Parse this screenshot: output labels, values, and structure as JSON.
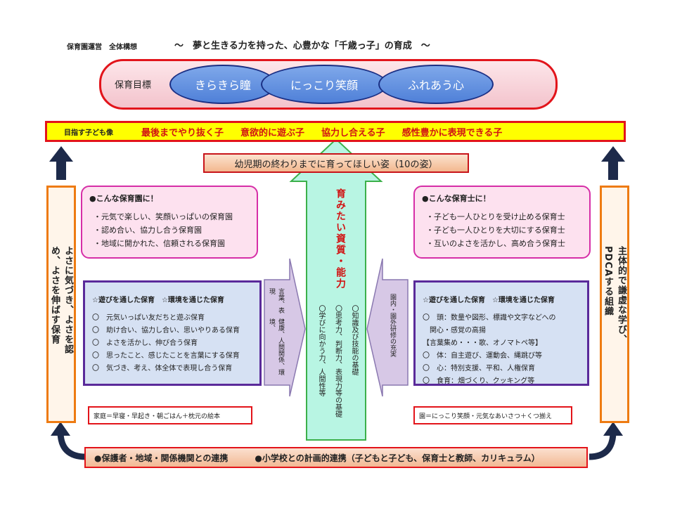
{
  "header": {
    "label": "保育園運営　全体構想",
    "title": "～　夢と生きる力を持った、心豊かな「千歳っ子」の育成　～"
  },
  "goals": {
    "label": "保育目標",
    "items": [
      "きらきら瞳",
      "にっこり笑顔",
      "ふれあう心"
    ]
  },
  "aims": {
    "label": "目指す子ども像",
    "items": [
      "最後までやり抜く子",
      "意欲的に遊ぶ子",
      "協力し合える子",
      "感性豊かに表現できる子"
    ]
  },
  "ten_shapes": "幼児期の終わりまでに育ってほしい姿（10の姿）",
  "center": {
    "title": "育みたい資質・能力",
    "items": [
      "〇知識及び技能の基礎",
      "〇思考力、判断力、表現力等の基礎",
      "〇学びに向かう力、人間性等"
    ]
  },
  "left_side": "よさに気づき、よさを認め、よさを伸ばす保育",
  "right_side": "主体的で謙虚な学び、PDCAする組織",
  "nursery": {
    "head": "●こんな保育園に！",
    "items": [
      "・元気で楽しい、笑顔いっぱいの保育園",
      "・認め合い、協力し合う保育園",
      "・地域に開かれた、信頼される保育園"
    ]
  },
  "teacher": {
    "head": "●こんな保育士に！",
    "items": [
      "・子ども一人ひとりを受け止める保育士",
      "・子ども一人ひとりを大切にする保育士",
      "・互いのよさを活かし、高め合う保育士"
    ]
  },
  "play_left": {
    "head": "☆遊びを通した保育　☆環境を通じた保育",
    "items": [
      "〇　元気いっぱい友だちと遊ぶ保育",
      "〇　助け合い、協力し合い、思いやりある保育",
      "〇　よさを活かし、伸び合う保育",
      "〇　思ったこと、感じたことを言葉にする保育",
      "〇　気づき、考え、体全体で表現し合う保育"
    ]
  },
  "play_right": {
    "head": "☆遊びを通した保育　☆環境を通じた保育",
    "items": [
      "〇　頭：数量や図形、標識や文字などへの",
      "　関心・感覚の高揚",
      "【言葉集め・・・歌、オノマトペ等】",
      "〇　体：自主遊び、運動会、縄跳び等",
      "〇　心：特別支援、平和、人権保育",
      "〇　食育：畑づくり、クッキング等"
    ]
  },
  "arrow_left": [
    "健康、人間関係、環境、",
    "言葉、表現"
  ],
  "arrow_right": "園内・園外研修の充実",
  "home": "家庭＝早寝・早起き・朝ごはん＋枕元の絵本",
  "garden": "園＝にっこり笑顔・元気なあいさつ＋くつ揃え",
  "bottom": [
    "●保護者・地域・関係機関との連携",
    "●小学校との計画的連携（子どもと子ども、保育士と教師、カリキュラム）"
  ],
  "colors": {
    "red_border": "#e3141a",
    "yellow": "#ffff00",
    "center_arrow_fill": "#b8f5e3",
    "center_arrow_border": "#3cb04a",
    "side_arrow_fill": "#d7c8e6",
    "navy": "#1d2a4a",
    "orange_border": "#ee7b12"
  }
}
